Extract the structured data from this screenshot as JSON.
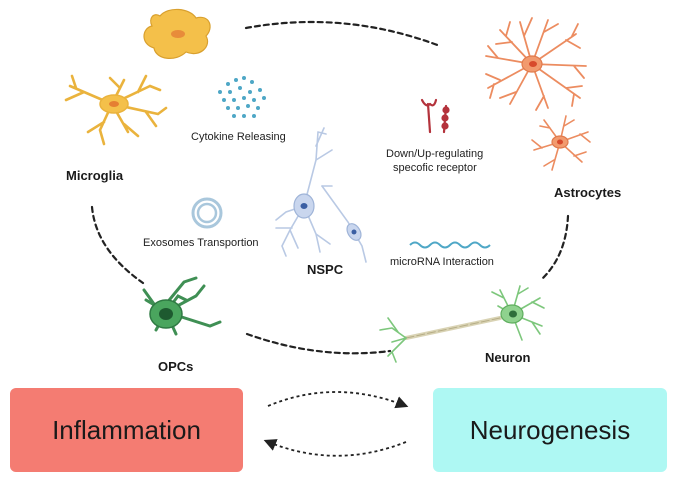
{
  "cells": {
    "microglia": "Microglia",
    "astrocytes": "Astrocytes",
    "nspc": "NSPC",
    "opcs": "OPCs",
    "neuron": "Neuron"
  },
  "mechanisms": {
    "cytokine": "Cytokine Releasing",
    "receptor_line1": "Down/Up-regulating",
    "receptor_line2": "specofic receptor",
    "exosomes": "Exosomes Transportion",
    "microrna": "microRNA Interaction"
  },
  "outcomes": {
    "inflammation": "Inflammation",
    "neurogenesis": "Neurogenesis"
  },
  "colors": {
    "inflammation_box": "#f47c72",
    "neurogenesis_box": "#aef8f3",
    "microglia": "#f2c144",
    "astrocytes": "#ee8a5e",
    "nspc": "#b9c9e4",
    "opcs": "#3f8f54",
    "neuron": "#7dc77c",
    "cytokine_dots": "#4ea7c6",
    "receptor": "#b4333c"
  }
}
